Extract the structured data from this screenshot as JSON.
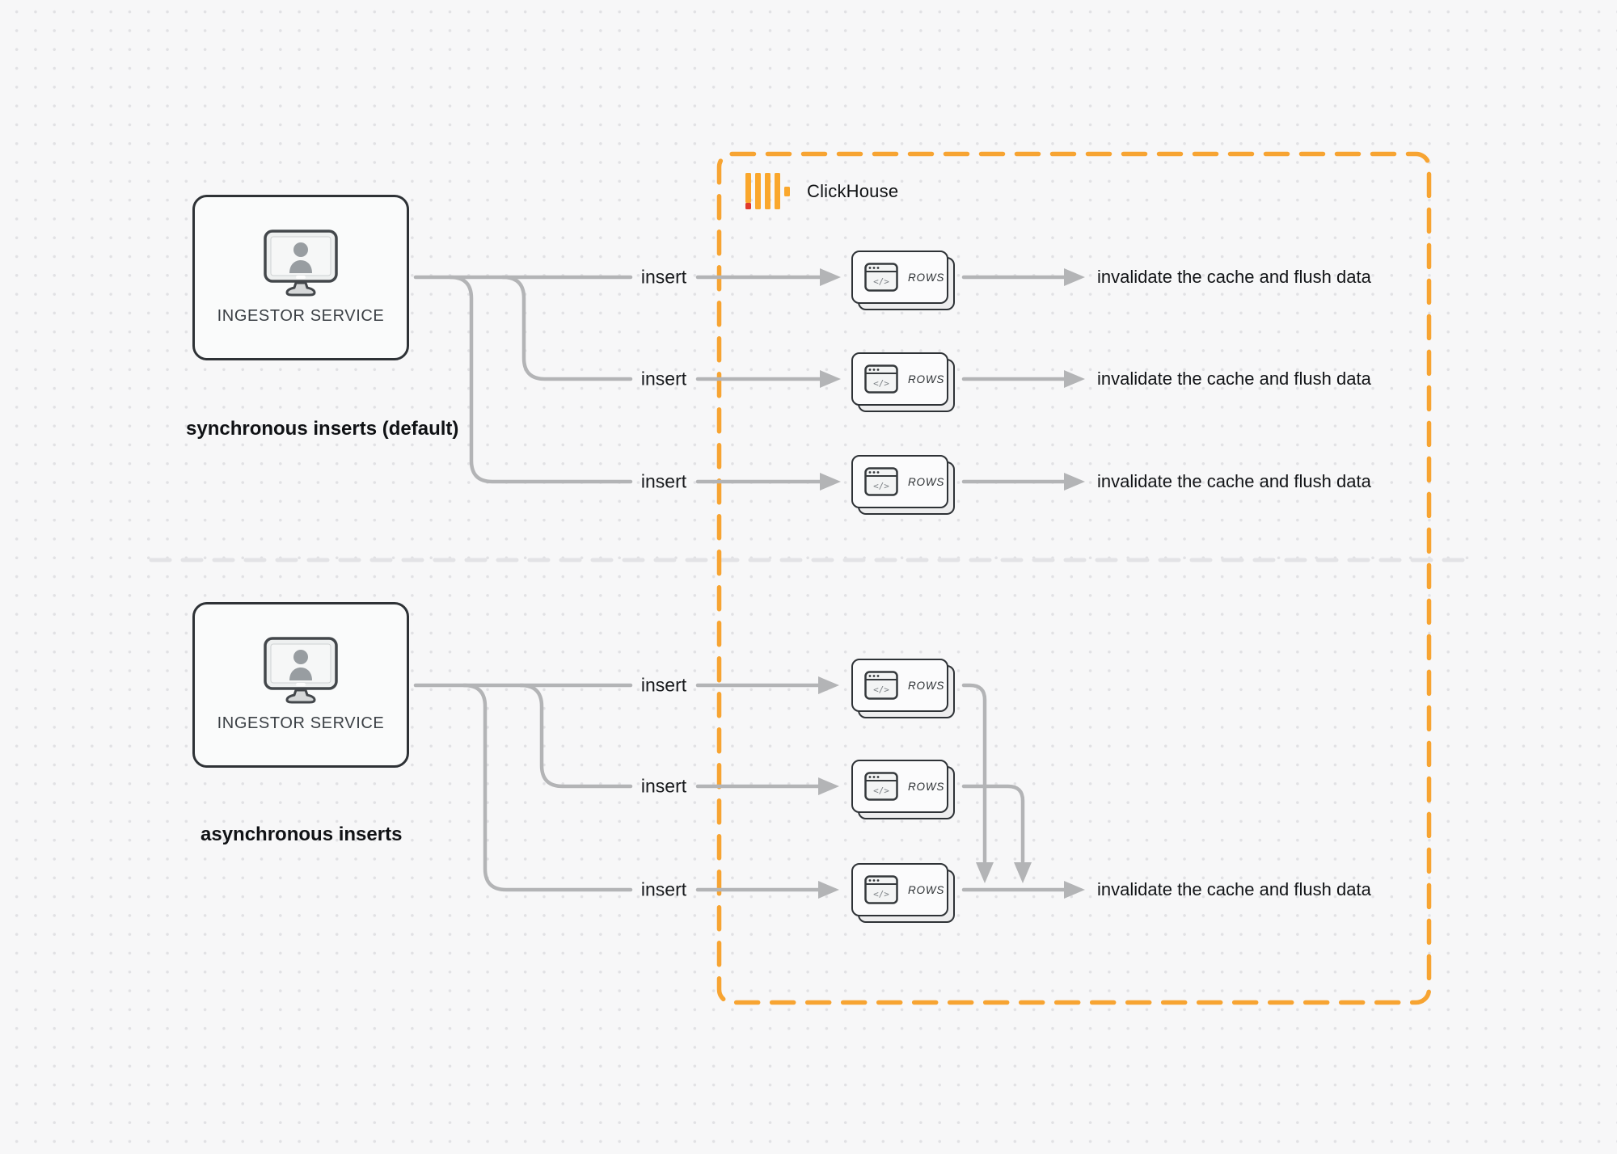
{
  "diagram": {
    "clickhouse": {
      "title": "ClickHouse"
    },
    "glyphs": {
      "code": "</>"
    },
    "sync": {
      "caption": "synchronous inserts (default)",
      "service_label": "INGESTOR SERVICE",
      "flows": [
        {
          "insert": "insert",
          "node": "ROWS",
          "result": "invalidate the cache and flush data"
        },
        {
          "insert": "insert",
          "node": "ROWS",
          "result": "invalidate the cache and flush data"
        },
        {
          "insert": "insert",
          "node": "ROWS",
          "result": "invalidate the cache and flush data"
        }
      ]
    },
    "async": {
      "caption": "asynchronous inserts",
      "service_label": "INGESTOR SERVICE",
      "flows": [
        {
          "insert": "insert",
          "node": "ROWS"
        },
        {
          "insert": "insert",
          "node": "ROWS"
        },
        {
          "insert": "insert",
          "node": "ROWS",
          "result": "invalidate the cache and flush data"
        }
      ]
    },
    "colors": {
      "accent_orange": "#F7A432",
      "logo_red": "#E03A2B",
      "arrow_gray": "#b3b4b6",
      "node_border": "#2e3236",
      "divider_gray": "#e3e3e6"
    }
  }
}
